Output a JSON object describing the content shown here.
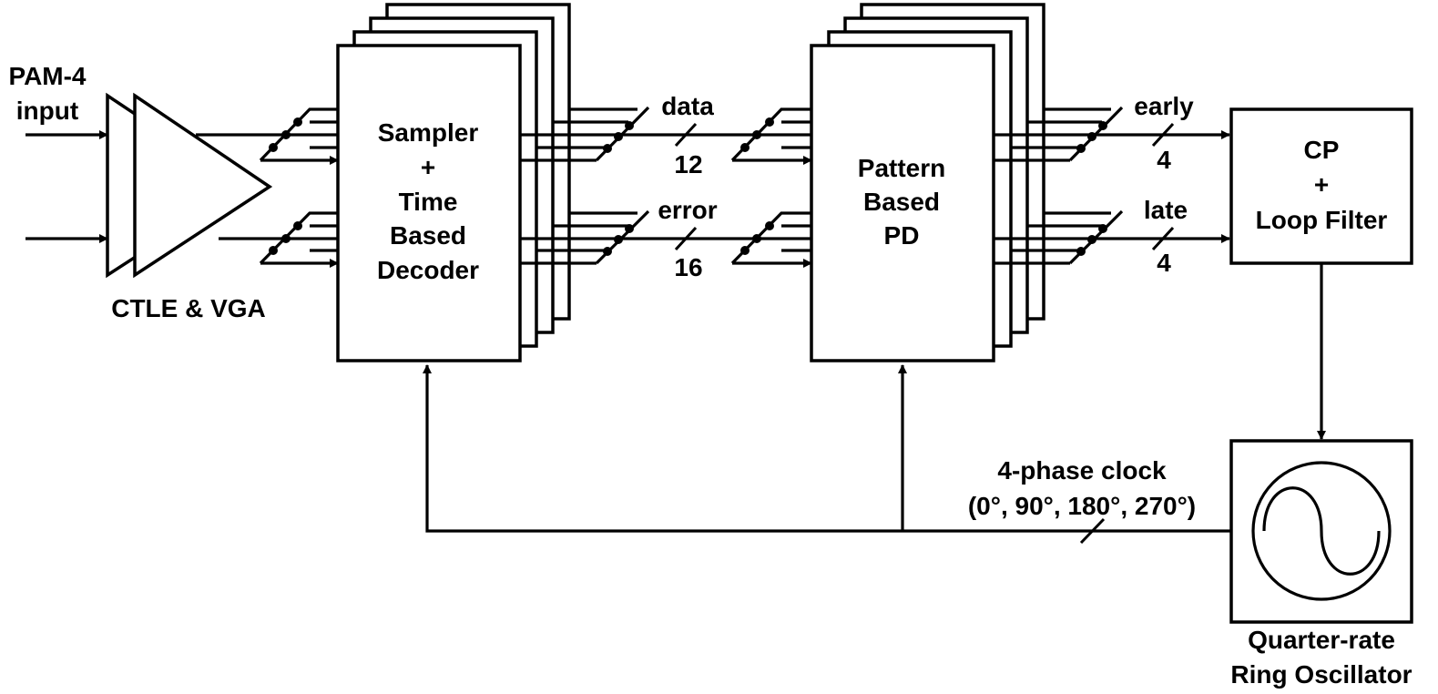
{
  "labels": {
    "pam4_input": [
      "PAM-4",
      "input"
    ],
    "ctle_vga": "CTLE & VGA",
    "sampler_block": [
      "Sampler",
      "+",
      "Time",
      "Based",
      "Decoder"
    ],
    "pd_block": [
      "Pattern",
      "Based",
      "PD"
    ],
    "cp_block": [
      "CP",
      "+",
      "Loop Filter"
    ],
    "osc_caption": [
      "Quarter-rate",
      "Ring Oscillator"
    ],
    "clock_label": [
      "4-phase clock",
      "(0°, 90°, 180°, 270°)"
    ]
  },
  "buses": {
    "data": {
      "name": "data",
      "width": "12"
    },
    "error": {
      "name": "error",
      "width": "16"
    },
    "early": {
      "name": "early",
      "width": "4"
    },
    "late": {
      "name": "late",
      "width": "4"
    }
  },
  "colors": {
    "stroke": "#000000",
    "background": "#ffffff"
  }
}
